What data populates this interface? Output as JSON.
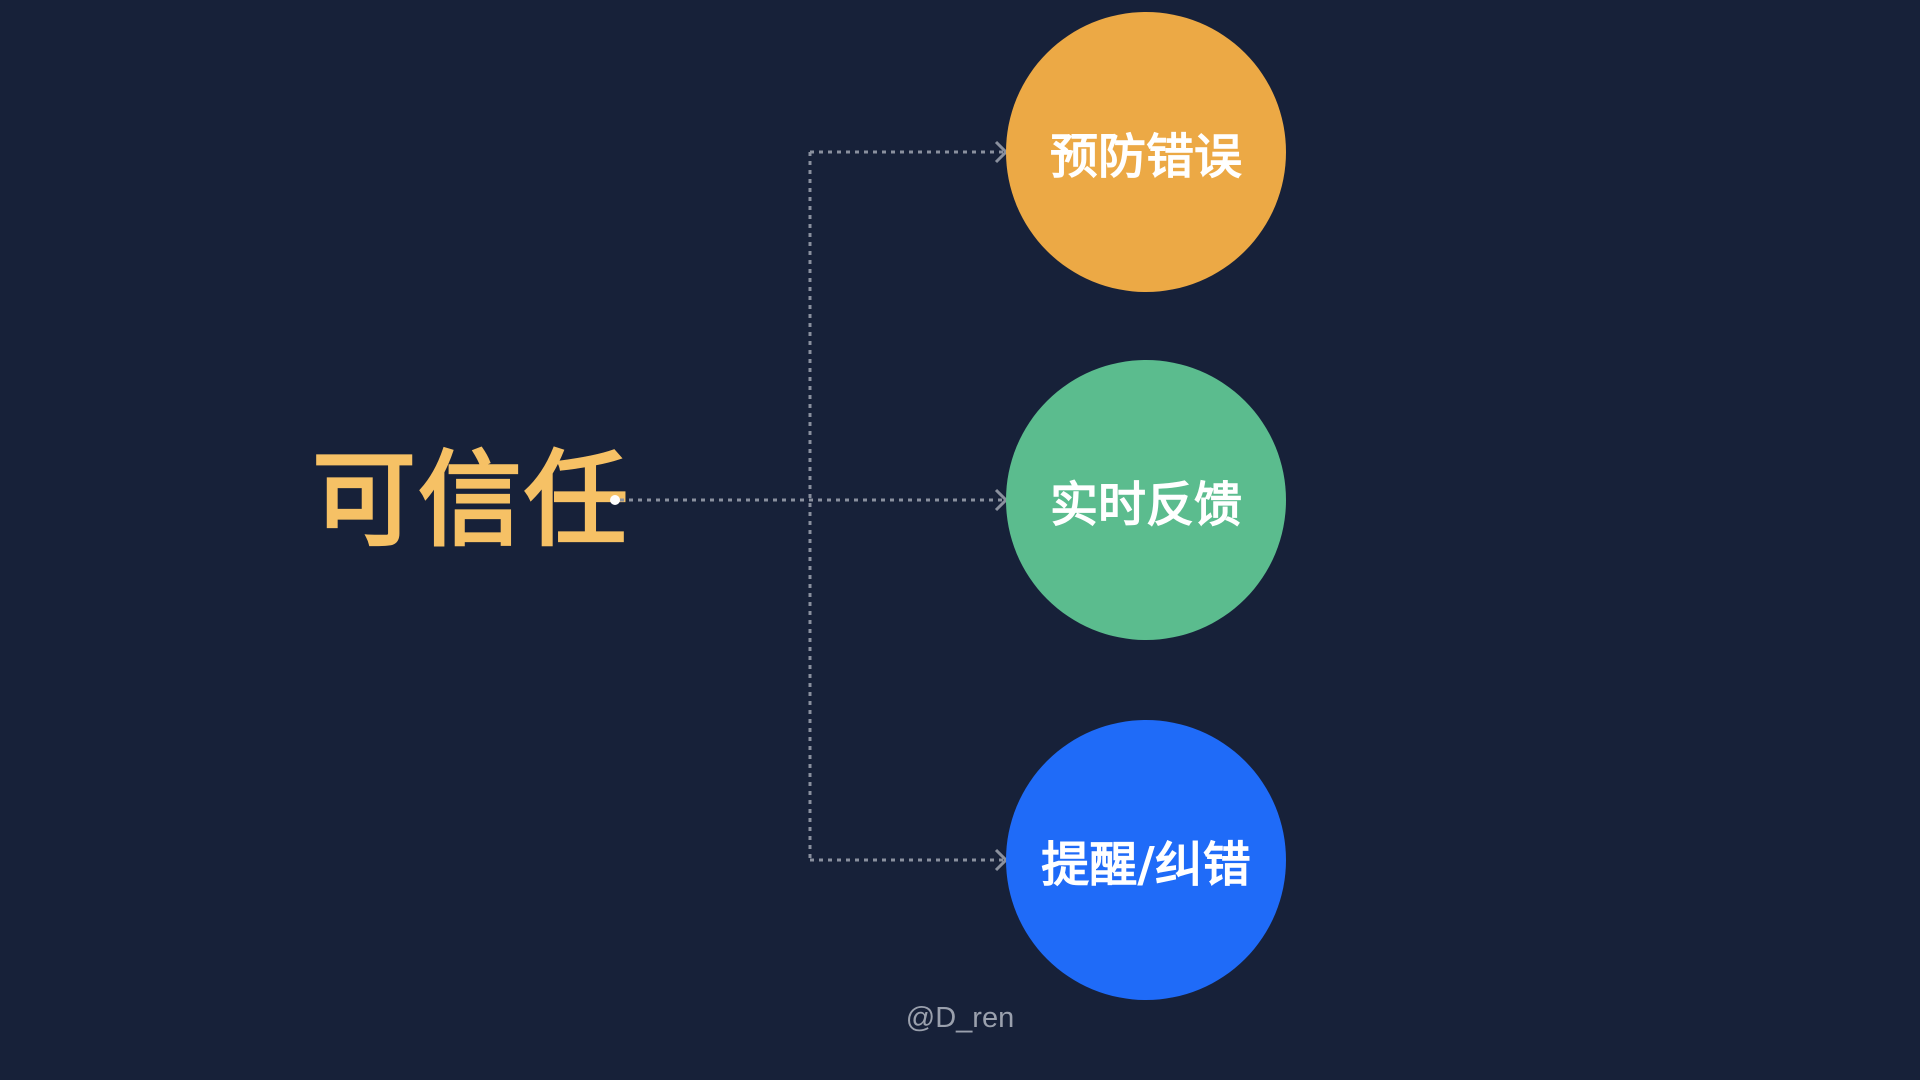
{
  "title": "可信任",
  "branches": [
    {
      "label": "预防错误",
      "color": "#ECA945"
    },
    {
      "label": "实时反馈",
      "color": "#5BBC8E"
    },
    {
      "label": "提醒/纠错",
      "color": "#1F6BF8"
    }
  ],
  "watermark": "@D_ren"
}
